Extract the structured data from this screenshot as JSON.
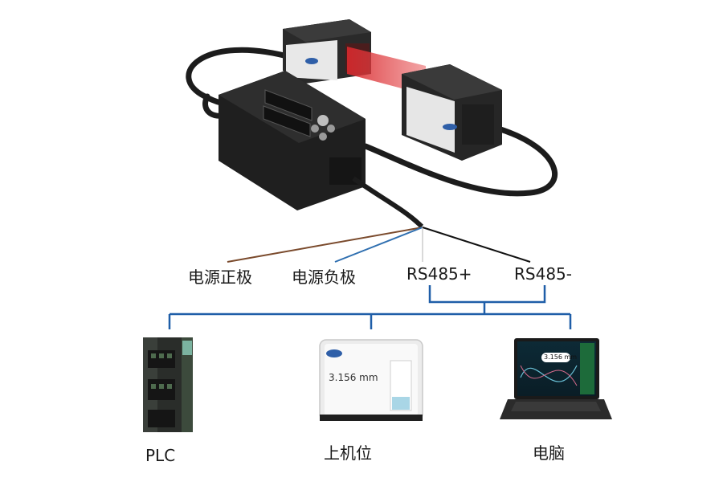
{
  "wires": {
    "power_positive": "电源正极",
    "power_negative": "电源负极",
    "rs485_plus": "RS485+",
    "rs485_minus": "RS485-"
  },
  "devices": {
    "plc": "PLC",
    "host": "上机位",
    "computer": "电脑"
  },
  "readouts": {
    "host_display": "3.156 mm",
    "laptop_display": "3.156 mm"
  },
  "colors": {
    "bus": "#1f5ea8",
    "wire_brown": "#7a4a2c",
    "wire_blue": "#2f6fb0",
    "wire_white": "#d9d9d9",
    "wire_black": "#111111",
    "laser": "#d8282c"
  }
}
